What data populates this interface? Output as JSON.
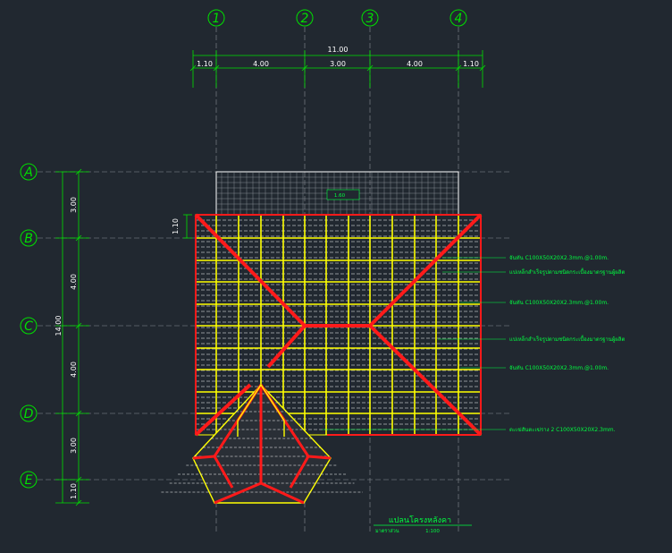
{
  "grid_columns": [
    "1",
    "2",
    "3",
    "4"
  ],
  "grid_rows": [
    "A",
    "B",
    "C",
    "D",
    "E"
  ],
  "top_dimensions": {
    "overall": "11.00",
    "segments": [
      "1.10",
      "4.00",
      "3.00",
      "4.00",
      "1.10"
    ]
  },
  "left_dimensions": {
    "overall": "14.00",
    "segments": [
      "3.00",
      "4.00",
      "4.00",
      "3.00",
      "1.10"
    ],
    "overhang": "1.10"
  },
  "notes": [
    "จันทัน C100X50X20X2.3mm.@1.00m.",
    "แปเหล็กสำเร็จรูปตามชนิดกระเบื้องมาตรฐานผู้ผลิต",
    "จันทัน C100X50X20X2.3mm.@1.00m.",
    "แปเหล็กสำเร็จรูปตามชนิดกระเบื้องมาตรฐานผู้ผลิต",
    "จันทัน C100X50X20X2.3mm.@1.00m.",
    "ตะเฆ่สันตะเฆ่ราง 2 C100X50X20X2.3mm."
  ],
  "slab_label": "1.60",
  "title": "แปลนโครงหลังคา",
  "scale_label": "มาตราส่วน",
  "scale_value": "1:100",
  "colors": {
    "background": "#212830",
    "grid_bubble": "#00e000",
    "rafter": "#ffff00",
    "hip": "#ff1a1a",
    "purlin": "#ffffff",
    "note": "#00ff40",
    "dim": "#ffffff"
  }
}
